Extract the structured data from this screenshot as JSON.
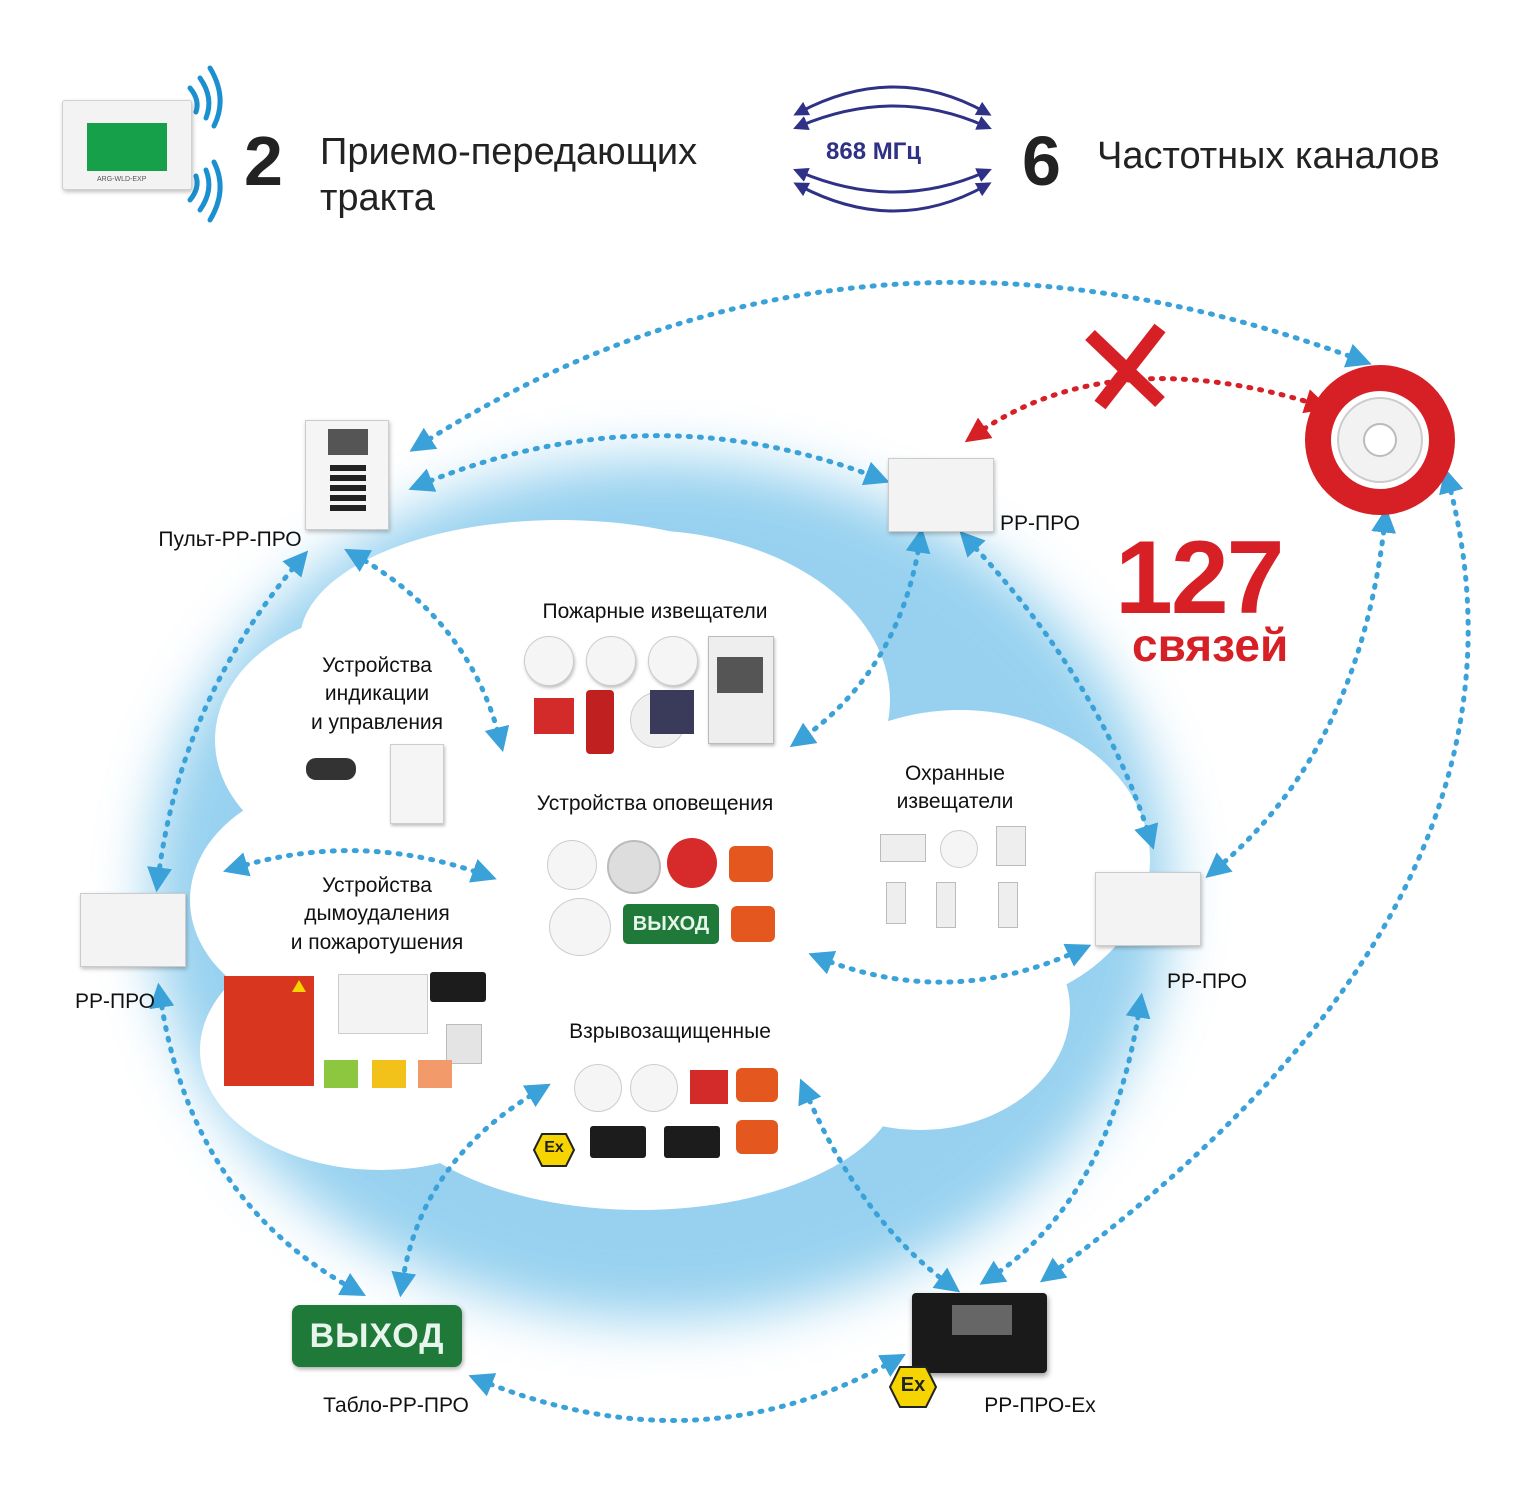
{
  "header": {
    "tracts_number": "2",
    "tracts_text_line1": "Приемо-передающих",
    "tracts_text_line2": "тракта",
    "frequency_label": "868 МГц",
    "channels_number": "6",
    "channels_text": "Частотных каналов"
  },
  "module_label": "ARG-WLD-EXP",
  "connections": {
    "number": "127",
    "word": "связей"
  },
  "nodes": {
    "pult": "Пульт-РР-ПРО",
    "rr_top": "РР-ПРО",
    "rr_left": "РР-ПРО",
    "rr_right": "РР-ПРО",
    "tablo": "Табло-РР-ПРО",
    "rr_ex": "РР-ПРО-Ex"
  },
  "categories": {
    "fire": "Пожарные извещатели",
    "indication": [
      "Устройства",
      "индикации",
      "и управления"
    ],
    "notification": "Устройства оповещения",
    "security": [
      "Охранные",
      "извещатели"
    ],
    "smoke": [
      "Устройства",
      "дымоудаления",
      "и пожаротушения"
    ],
    "explosion": "Взрывозащищенные"
  },
  "exit_sign_text": "ВЫХОД",
  "ex_badge": "Ex",
  "colors": {
    "arrow_blue": "#3aa2d8",
    "arrow_red": "#d71f26",
    "cloud_blue": "#6ebfe9",
    "freq_purple": "#2e3185",
    "exit_green": "#1f7a3a"
  }
}
